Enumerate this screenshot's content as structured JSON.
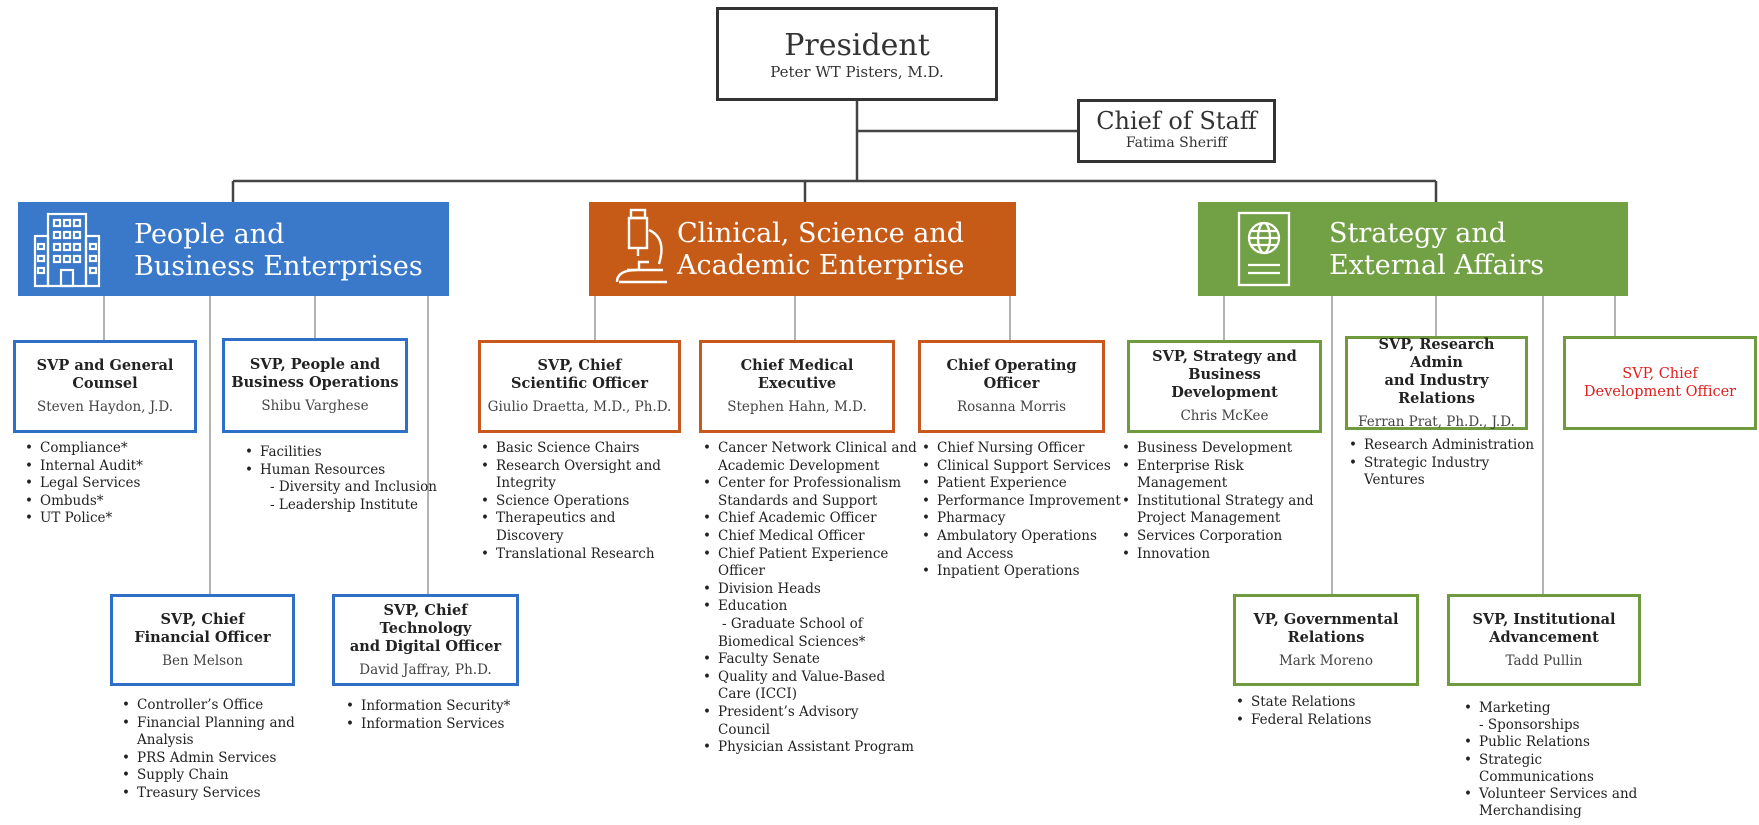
{
  "president": {
    "title": "President",
    "name": "Peter WT Pisters, M.D."
  },
  "chief_of_staff": {
    "title": "Chief of Staff",
    "name": "Fatima Sheriff"
  },
  "enterprises": {
    "people": {
      "line1": "People and",
      "line2": "Business Enterprises",
      "color": "#3a78c9",
      "icon": "office-building-icon"
    },
    "clinical": {
      "line1": "Clinical, Science and",
      "line2": "Academic Enterprise",
      "color": "#c65a17",
      "icon": "microscope-icon"
    },
    "strategy": {
      "line1": "Strategy and",
      "line2": "External Affairs",
      "color": "#72a045",
      "icon": "globe-document-icon"
    }
  },
  "boxes": {
    "general_counsel": {
      "title": "SVP and General Counsel",
      "name": "Steven Haydon, J.D.",
      "items": [
        "Compliance*",
        "Internal Audit*",
        "Legal Services",
        "Ombuds*",
        "UT Police*"
      ]
    },
    "people_ops": {
      "title_l1": "SVP, People and",
      "title_l2": "Business Operations",
      "name": "Shibu Varghese",
      "items": [
        {
          "text": "Facilities",
          "sub": false
        },
        {
          "text": "Human Resources",
          "sub": false
        },
        {
          "text": "- Diversity and Inclusion",
          "sub": true
        },
        {
          "text": "- Leadership Institute",
          "sub": true
        }
      ]
    },
    "cfo": {
      "title_l1": "SVP, Chief",
      "title_l2": "Financial Officer",
      "name": "Ben Melson",
      "items": [
        {
          "text": "Controller’s Office",
          "sub": false
        },
        {
          "text": "Financial Planning and",
          "sub": false
        },
        {
          "text": "Analysis",
          "sub": true,
          "cont": true
        },
        {
          "text": "PRS Admin Services",
          "sub": false
        },
        {
          "text": "Supply Chain",
          "sub": false
        },
        {
          "text": "Treasury Services",
          "sub": false
        }
      ]
    },
    "cto": {
      "title_l1": "SVP, Chief Technology",
      "title_l2": "and Digital Officer",
      "name": "David Jaffray, Ph.D.",
      "items": [
        "Information Security*",
        "Information Services"
      ]
    },
    "cso": {
      "title_l1": "SVP, Chief",
      "title_l2": "Scientific Officer",
      "name": "Giulio Draetta, M.D., Ph.D.",
      "items": [
        {
          "text": "Basic Science Chairs",
          "sub": false
        },
        {
          "text": "Research Oversight and",
          "sub": false
        },
        {
          "text": "Integrity",
          "sub": true,
          "cont": true
        },
        {
          "text": "Science Operations",
          "sub": false
        },
        {
          "text": "Therapeutics and",
          "sub": false
        },
        {
          "text": "Discovery",
          "sub": true,
          "cont": true
        },
        {
          "text": "Translational Research",
          "sub": false
        }
      ]
    },
    "cme": {
      "title": "Chief Medical Executive",
      "name": "Stephen Hahn, M.D.",
      "items": [
        {
          "text": "Cancer Network Clinical and",
          "sub": false
        },
        {
          "text": "Academic Development",
          "sub": true,
          "cont": true
        },
        {
          "text": "Center for Professionalism",
          "sub": false
        },
        {
          "text": "Standards and Support",
          "sub": true,
          "cont": true
        },
        {
          "text": "Chief Academic Officer",
          "sub": false
        },
        {
          "text": "Chief Medical Officer",
          "sub": false
        },
        {
          "text": "Chief Patient Experience",
          "sub": false
        },
        {
          "text": "Officer",
          "sub": true,
          "cont": true
        },
        {
          "text": "Division Heads",
          "sub": false
        },
        {
          "text": "Education",
          "sub": false
        },
        {
          "text": "- Graduate School of",
          "sub": true
        },
        {
          "text": "Biomedical Sciences*",
          "sub": true,
          "cont": true
        },
        {
          "text": "Faculty Senate",
          "sub": false
        },
        {
          "text": "Quality and Value-Based",
          "sub": false
        },
        {
          "text": "Care (ICCI)",
          "sub": true,
          "cont": true
        },
        {
          "text": "President’s Advisory",
          "sub": false
        },
        {
          "text": "Council",
          "sub": true,
          "cont": true
        },
        {
          "text": "Physician Assistant Program",
          "sub": false
        }
      ]
    },
    "coo": {
      "title": "Chief Operating Officer",
      "name": "Rosanna Morris",
      "items": [
        {
          "text": "Chief Nursing Officer",
          "sub": false
        },
        {
          "text": "Clinical Support Services",
          "sub": false
        },
        {
          "text": "Patient Experience",
          "sub": false
        },
        {
          "text": "Performance Improvement",
          "sub": false
        },
        {
          "text": "Pharmacy",
          "sub": false
        },
        {
          "text": "Ambulatory Operations",
          "sub": false
        },
        {
          "text": "and Access",
          "sub": true,
          "cont": true
        },
        {
          "text": "Inpatient Operations",
          "sub": false
        }
      ]
    },
    "strategy_bd": {
      "title_l1": "SVP, Strategy and",
      "title_l2": "Business Development",
      "name": "Chris McKee",
      "items": [
        {
          "text": "Business Development",
          "sub": false
        },
        {
          "text": "Enterprise Risk",
          "sub": false
        },
        {
          "text": "Management",
          "sub": true,
          "cont": true
        },
        {
          "text": "Institutional Strategy and",
          "sub": false
        },
        {
          "text": "Project Management",
          "sub": true,
          "cont": true
        },
        {
          "text": "Services Corporation",
          "sub": false
        },
        {
          "text": "Innovation",
          "sub": false
        }
      ]
    },
    "research_admin": {
      "title_l1": "SVP, Research Admin",
      "title_l2": "and Industry Relations",
      "name": "Ferran Prat, Ph.D., J.D.",
      "items": [
        {
          "text": "Research Administration",
          "sub": false
        },
        {
          "text": "Strategic Industry",
          "sub": false
        },
        {
          "text": "Ventures",
          "sub": true,
          "cont": true
        }
      ]
    },
    "cdo": {
      "title_l1": "SVP, Chief",
      "title_l2": "Development Officer"
    },
    "gov_relations": {
      "title_l1": "VP, Governmental",
      "title_l2": "Relations",
      "name": "Mark Moreno",
      "items": [
        "State Relations",
        "Federal Relations"
      ]
    },
    "advancement": {
      "title_l1": "SVP, Institutional",
      "title_l2": "Advancement",
      "name": "Tadd Pullin",
      "items": [
        {
          "text": "Marketing",
          "sub": false
        },
        {
          "text": "- Sponsorships",
          "sub": true
        },
        {
          "text": "Public Relations",
          "sub": false
        },
        {
          "text": "Strategic",
          "sub": false
        },
        {
          "text": "Communications",
          "sub": true,
          "cont": true
        },
        {
          "text": "Volunteer Services and",
          "sub": false
        },
        {
          "text": "Merchandising",
          "sub": true,
          "cont": true
        }
      ]
    }
  }
}
